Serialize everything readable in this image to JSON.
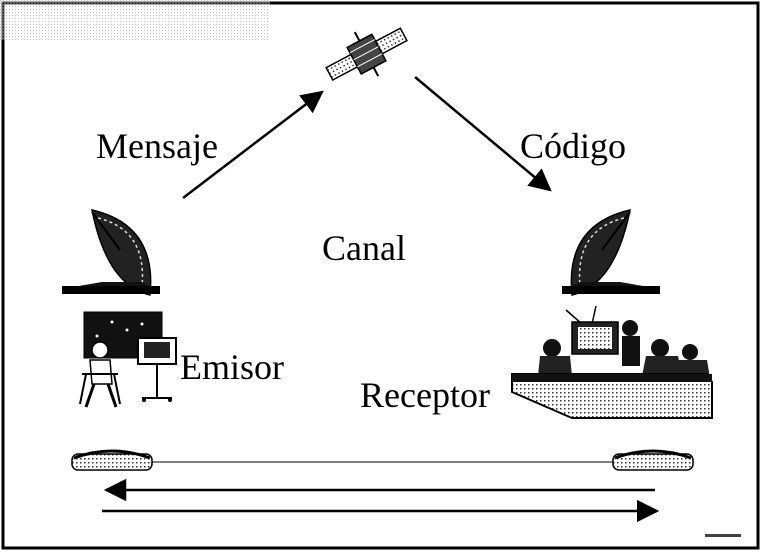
{
  "labels": {
    "message": "Mensaje",
    "code": "Código",
    "channel": "Canal",
    "sender": "Emisor",
    "receiver": "Receptor"
  },
  "icons": {
    "satellite": "satellite-icon",
    "left_dish": "satellite-dish-icon",
    "right_dish": "satellite-dish-icon",
    "sender_figure": "presenter-icon",
    "receiver_figure": "control-room-icon",
    "left_phone": "telephone-icon",
    "right_phone": "telephone-icon"
  },
  "colors": {
    "line": "#000000",
    "background": "#ffffff"
  }
}
